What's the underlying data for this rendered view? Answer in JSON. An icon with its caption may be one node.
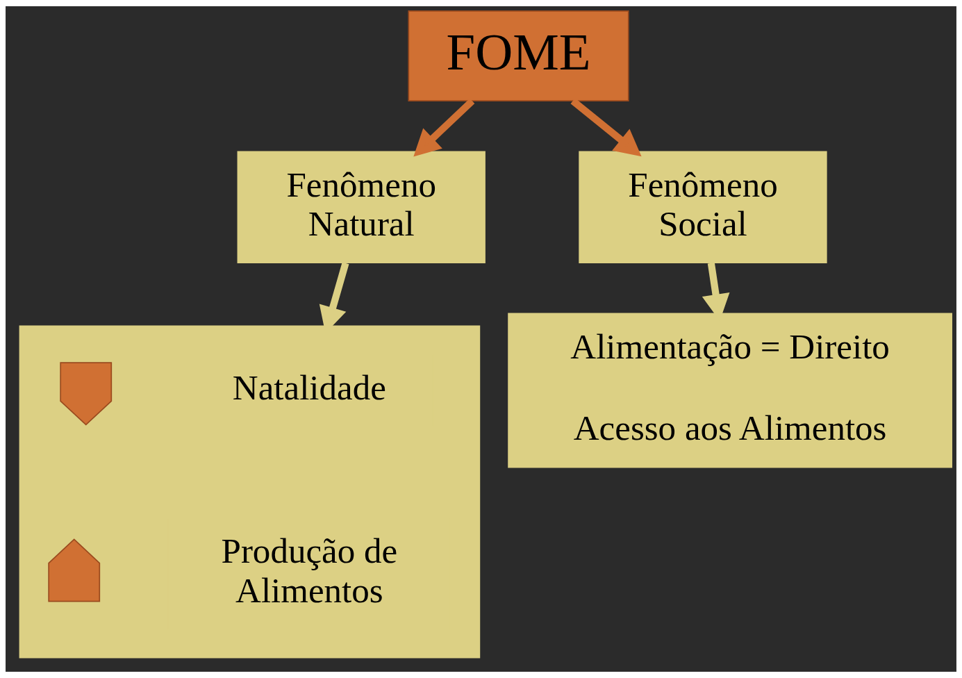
{
  "diagram": {
    "nodes": [
      {
        "text": [
          "FOME"
        ]
      },
      {
        "text": [
          "Fenômeno Natural"
        ]
      },
      {
        "text": [
          "Fenômeno Social"
        ]
      },
      {
        "text": [],
        "shape": "box"
      },
      {
        "text": [],
        "shape": "arrow",
        "in": 3
      },
      {
        "text": [
          "Natalidade"
        ],
        "in": 3
      },
      {
        "text": [],
        "shape": "arrow",
        "in": 3
      },
      {
        "text": [
          "Produção de Alimentos"
        ],
        "in": 3
      },
      {
        "text": [
          "Alimentação = Direito",
          "Acesso aos Alimentos"
        ]
      }
    ],
    "edges": [
      {
        "from": 0,
        "to": 1,
        "arrow": "to",
        "color": "#d07033"
      },
      {
        "from": 0,
        "to": 2,
        "arrow": "to",
        "color": "#d07033"
      },
      {
        "from": 1,
        "to": 3,
        "arrow": "to",
        "color": "#dcd084"
      },
      {
        "from": 2,
        "to": 8,
        "arrow": "to",
        "color": "#dcd084"
      }
    ]
  }
}
